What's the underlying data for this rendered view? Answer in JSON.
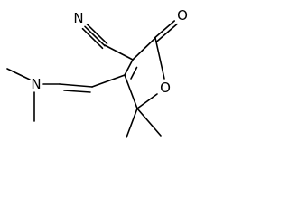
{
  "molecule": {
    "atoms": {
      "nitrile_n": "N",
      "carbonyl_o": "O",
      "ring_o": "O",
      "amine_n": "N"
    }
  },
  "colors": {
    "bond": "#000000",
    "text": "#000000",
    "background": "#ffffff"
  }
}
